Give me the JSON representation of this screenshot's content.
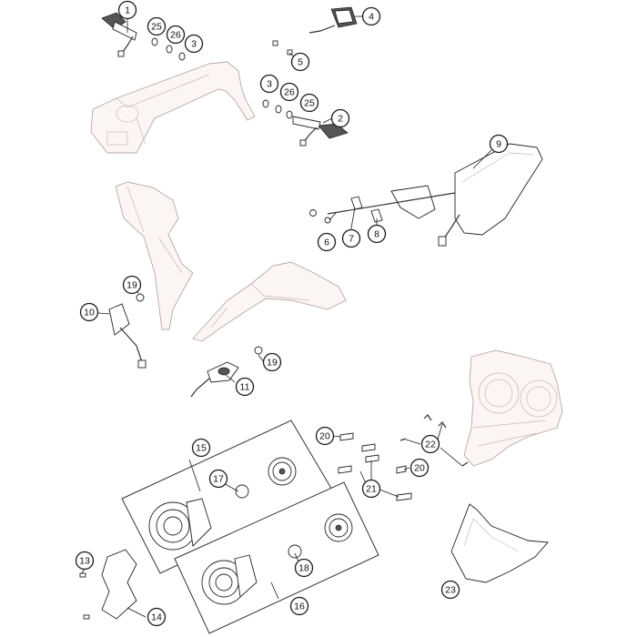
{
  "callouts": [
    {
      "id": "1",
      "label": "1"
    },
    {
      "id": "2",
      "label": "2"
    },
    {
      "id": "3a",
      "label": "3"
    },
    {
      "id": "3b",
      "label": "3"
    },
    {
      "id": "4",
      "label": "4"
    },
    {
      "id": "5",
      "label": "5"
    },
    {
      "id": "6",
      "label": "6"
    },
    {
      "id": "7",
      "label": "7"
    },
    {
      "id": "8",
      "label": "8"
    },
    {
      "id": "9",
      "label": "9"
    },
    {
      "id": "10",
      "label": "10"
    },
    {
      "id": "11",
      "label": "11"
    },
    {
      "id": "13",
      "label": "13"
    },
    {
      "id": "14",
      "label": "14"
    },
    {
      "id": "15",
      "label": "15"
    },
    {
      "id": "16",
      "label": "16"
    },
    {
      "id": "17",
      "label": "17"
    },
    {
      "id": "18",
      "label": "18"
    },
    {
      "id": "19a",
      "label": "19"
    },
    {
      "id": "19b",
      "label": "19"
    },
    {
      "id": "20a",
      "label": "20"
    },
    {
      "id": "20b",
      "label": "20"
    },
    {
      "id": "21",
      "label": "21"
    },
    {
      "id": "22",
      "label": "22"
    },
    {
      "id": "23",
      "label": "23"
    },
    {
      "id": "25a",
      "label": "25"
    },
    {
      "id": "25b",
      "label": "25"
    },
    {
      "id": "26a",
      "label": "26"
    },
    {
      "id": "26b",
      "label": "26"
    }
  ]
}
